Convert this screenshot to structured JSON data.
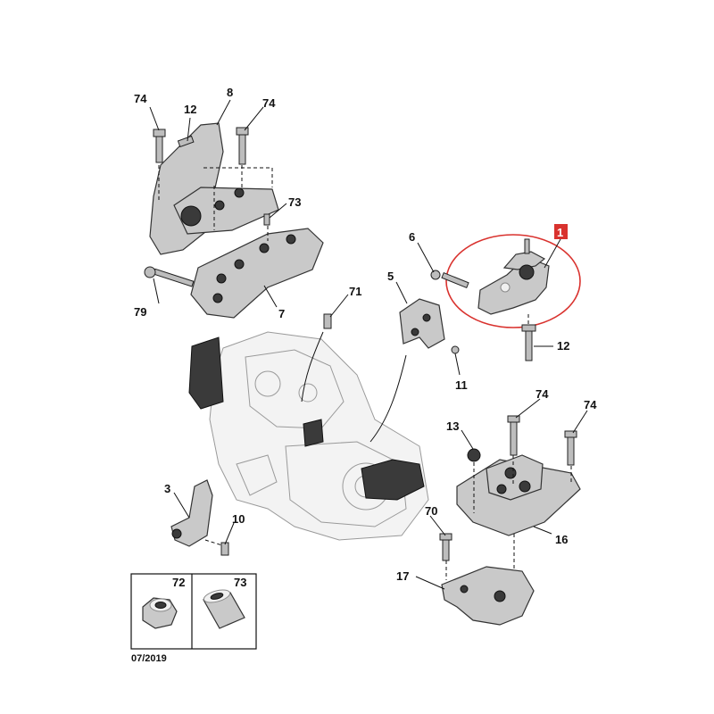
{
  "labels": {
    "l1": "1",
    "l3": "3",
    "l5": "5",
    "l6": "6",
    "l7": "7",
    "l8": "8",
    "l10": "10",
    "l11": "11",
    "l12a": "12",
    "l12b": "12",
    "l13": "13",
    "l16": "16",
    "l17": "17",
    "l70": "70",
    "l71": "71",
    "l72": "72",
    "l73a": "73",
    "l73b": "73",
    "l74a": "74",
    "l74b": "74",
    "l74c": "74",
    "l74d": "74",
    "l79": "79"
  },
  "date_code": "07/2019",
  "colors": {
    "highlight": "#d9322e",
    "line": "#111111",
    "part_fill": "#c9c9c9"
  }
}
